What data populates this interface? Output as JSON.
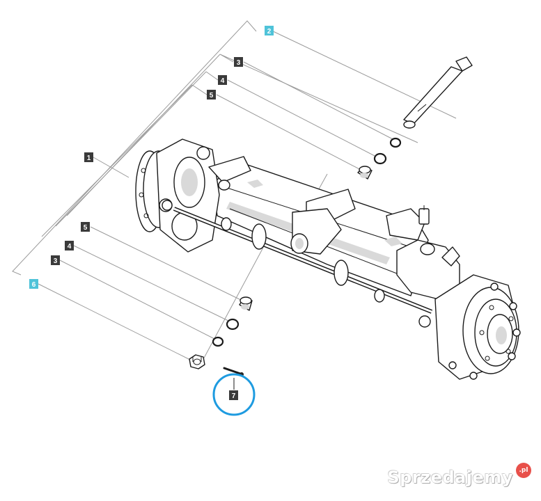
{
  "diagram": {
    "callouts": {
      "c2": {
        "label": "2",
        "color": "#4fc3d9"
      },
      "c3_top": {
        "label": "3",
        "color": "#3a3a3a"
      },
      "c4_top": {
        "label": "4",
        "color": "#3a3a3a"
      },
      "c5_top": {
        "label": "5",
        "color": "#3a3a3a"
      },
      "c1": {
        "label": "1",
        "color": "#3a3a3a"
      },
      "c5_bottom": {
        "label": "5",
        "color": "#3a3a3a"
      },
      "c4_bottom": {
        "label": "4",
        "color": "#3a3a3a"
      },
      "c3_bottom": {
        "label": "3",
        "color": "#3a3a3a"
      },
      "c6": {
        "label": "6",
        "color": "#4fc3d9"
      },
      "c7": {
        "label": "7",
        "color": "#3a3a3a"
      }
    },
    "highlight_ring_color": "#1e9be0"
  },
  "watermark": {
    "text": "Sprzedajemy",
    "badge": ".pl"
  }
}
